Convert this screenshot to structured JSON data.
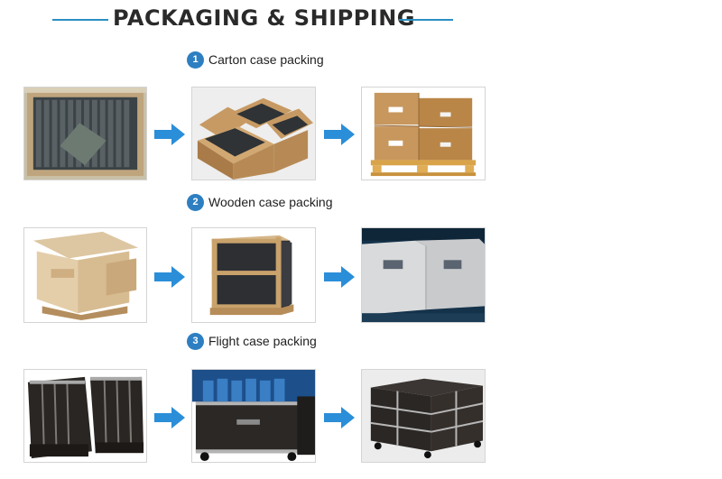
{
  "header": {
    "title": "PACKAGING & SHIPPING"
  },
  "sections": [
    {
      "number": "1",
      "label": "Carton case packing"
    },
    {
      "number": "2",
      "label": "Wooden case packing"
    },
    {
      "number": "3",
      "label": "Flight case packing"
    }
  ],
  "colors": {
    "accent": "#2d7fc1",
    "arrow": "#2b8ed8",
    "line": "#2a8fc4"
  },
  "icons": {
    "arrow": "right-arrow-icon"
  }
}
